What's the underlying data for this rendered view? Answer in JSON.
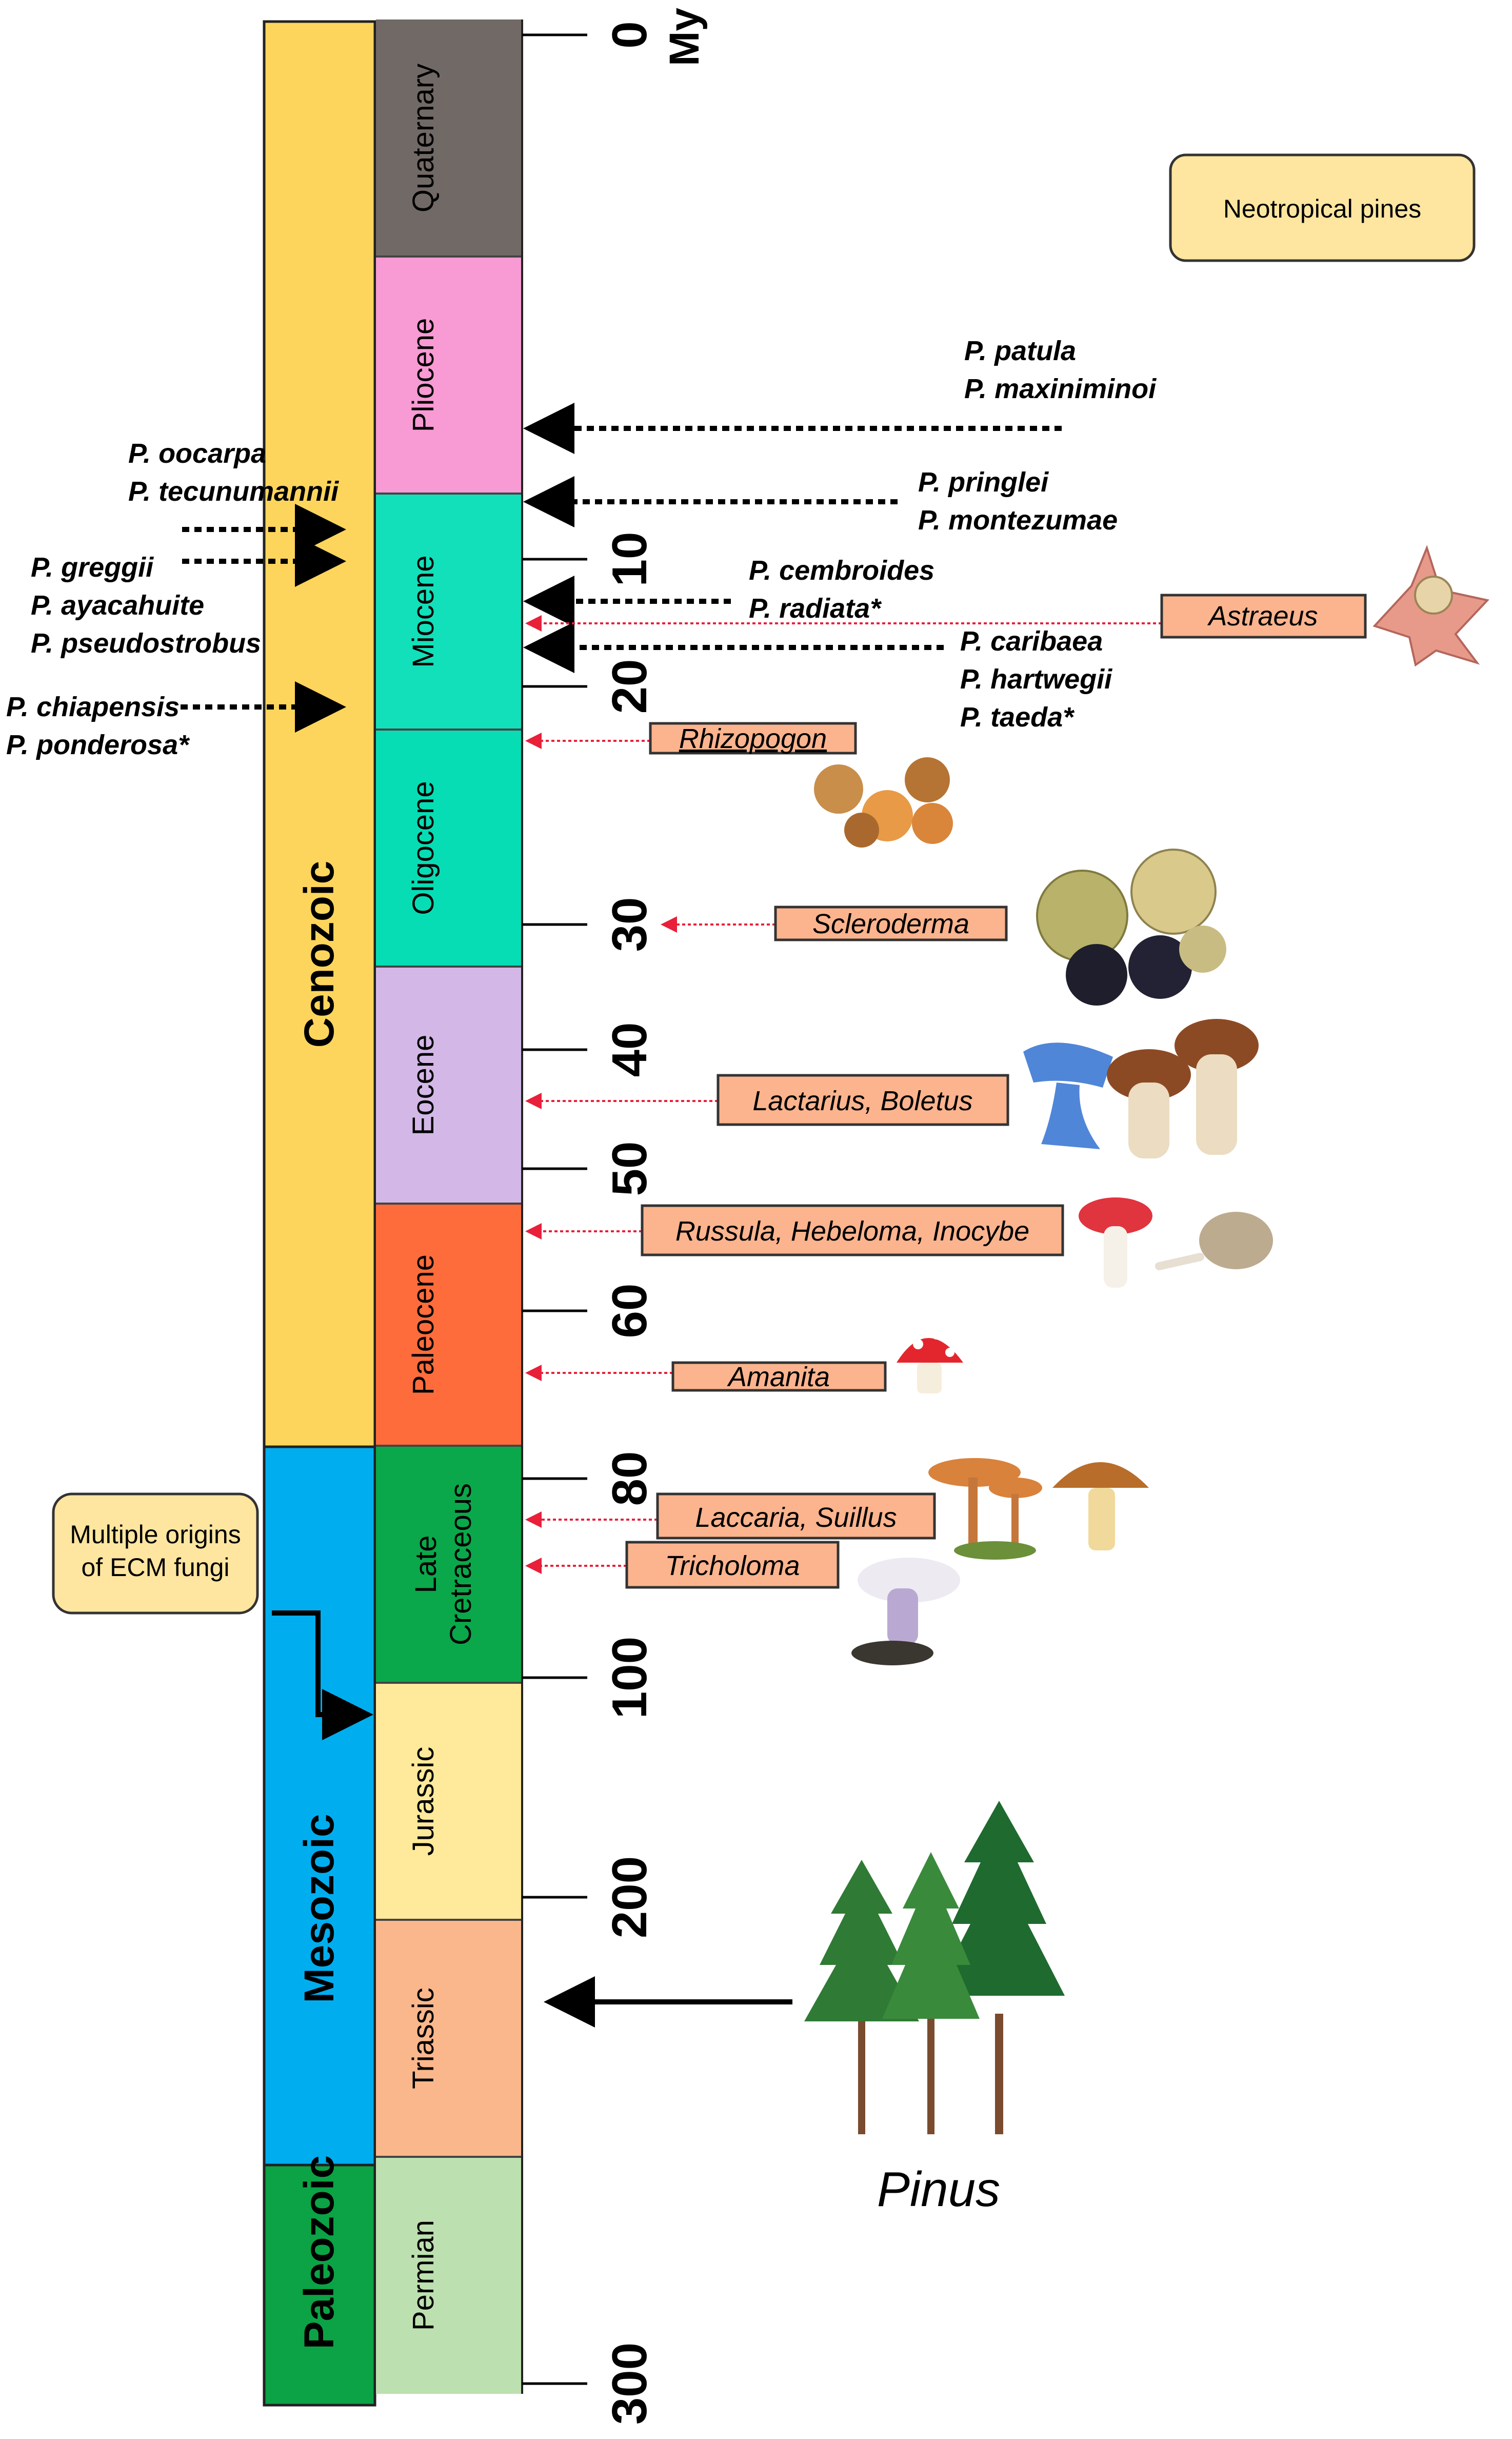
{
  "unit_label": "My",
  "eras": [
    {
      "id": "cenozoic",
      "label": "Cenozoic",
      "color": "#FDD55C"
    },
    {
      "id": "mesozoic",
      "label": "Mesozoic",
      "color": "#00AEEF"
    },
    {
      "id": "paleozoic",
      "label": "Paleozoic",
      "color": "#0BA345"
    }
  ],
  "periods": [
    {
      "id": "quaternary",
      "label": "Quaternary",
      "color": "#716966"
    },
    {
      "id": "pliocene",
      "label": "Pliocene",
      "color": "#F89AD4"
    },
    {
      "id": "miocene",
      "label": "Miocene",
      "color": "#12E0BA"
    },
    {
      "id": "oligocene",
      "label": "Oligocene",
      "color": "#07DDB5"
    },
    {
      "id": "eocene",
      "label": "Eocene",
      "color": "#D3B8E7"
    },
    {
      "id": "paleocene",
      "label": "Paleocene",
      "color": "#FF6C3C"
    },
    {
      "id": "late-cretraceous",
      "label": "Late Cretraceous",
      "line1": "Late",
      "line2": "Cretraceous",
      "color": "#0AA84A"
    },
    {
      "id": "jurassic",
      "label": "Jurassic",
      "color": "#FFE99A"
    },
    {
      "id": "triassic",
      "label": "Triassic",
      "color": "#FAB78C"
    },
    {
      "id": "permian",
      "label": "Permian",
      "color": "#BDE0B0"
    }
  ],
  "ticks": [
    "0",
    "10",
    "20",
    "30",
    "40",
    "50",
    "60",
    "80",
    "100",
    "200",
    "300"
  ],
  "boxes": {
    "neotropical": "Neotropical pines",
    "ecm_line1": "Multiple origins",
    "ecm_line2": "of ECM fungi"
  },
  "pine_labels": {
    "right": [
      [
        "P. patula",
        "P. maxiniminoi"
      ],
      [
        "P. pringlei",
        "P. montezumae"
      ],
      [
        "P. cembroides",
        "P. radiata*"
      ],
      [
        "P. caribaea",
        "P. hartwegii",
        "P. taeda*"
      ]
    ],
    "left": [
      [
        "P.  oocarpa",
        "P. tecunumannii"
      ],
      [
        "P. greggii",
        "P. ayacahuite",
        "P. pseudostrobus"
      ],
      [
        "P. chiapensis",
        "P. ponderosa*"
      ]
    ]
  },
  "fungi": [
    {
      "id": "astraeus",
      "label": "Astraeus"
    },
    {
      "id": "rhizopogon",
      "label": "Rhizopogon"
    },
    {
      "id": "scleroderma",
      "label": "Scleroderma"
    },
    {
      "id": "lactarius-boletus",
      "label": "Lactarius, Boletus"
    },
    {
      "id": "russula-hebeloma-inocybe",
      "label": "Russula, Hebeloma, Inocybe"
    },
    {
      "id": "amanita",
      "label": "Amanita"
    },
    {
      "id": "laccaria-suillus",
      "label": "Laccaria, Suillus"
    },
    {
      "id": "tricholoma",
      "label": "Tricholoma"
    }
  ],
  "pinus_label": "Pinus",
  "colors": {
    "fungus_box": "#FBB48E",
    "note_box": "#FFE6A0",
    "red_arrow": "#E8203A",
    "black": "#000000"
  },
  "icons": [
    "mushroom-icon",
    "truffle-icon",
    "earthstar-icon",
    "pine-tree-icon",
    "puffball-icon"
  ]
}
